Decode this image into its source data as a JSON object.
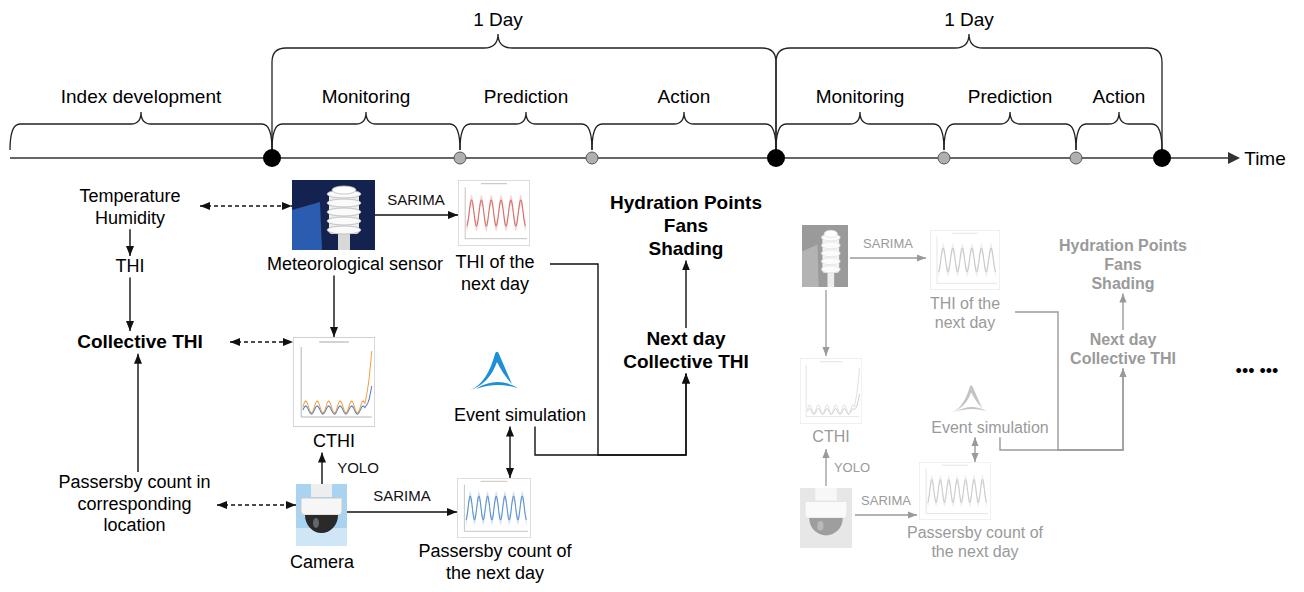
{
  "diagram": {
    "nodes": [
      {
        "text": [
          "Temperature Humidity"
        ]
      },
      {
        "text": [
          "THI"
        ]
      },
      {
        "text": [
          "Collective THI"
        ]
      },
      {
        "text": [
          "Passersby count in corresponding location"
        ]
      },
      {
        "text": [
          "Meteorological sensor"
        ]
      },
      {
        "text": [
          "THI of the next day"
        ]
      },
      {
        "text": [
          "CTHI"
        ]
      },
      {
        "text": [
          "Camera"
        ]
      },
      {
        "text": [
          "Passersby count of the next day"
        ]
      },
      {
        "text": [
          "Event simulation"
        ]
      },
      {
        "text": [
          "Next day Collective THI"
        ]
      },
      {
        "text": [
          "Hydration Points",
          "Fans",
          "Shading"
        ]
      },
      {
        "text": [
          "THI of the next day"
        ]
      },
      {
        "text": [
          "CTHI"
        ]
      },
      {
        "text": [
          "Event simulation"
        ]
      },
      {
        "text": [
          "Passersby count of the next day"
        ]
      },
      {
        "text": [
          "Next day Collective THI"
        ]
      },
      {
        "text": [
          "Hydration Points",
          "Fans",
          "Shading"
        ]
      }
    ],
    "edges": [
      {
        "from": 0,
        "to": 4,
        "arrow": "both"
      },
      {
        "from": 0,
        "to": 1,
        "arrow": "to"
      },
      {
        "from": 1,
        "to": 2,
        "arrow": "to"
      },
      {
        "from": 3,
        "to": 2,
        "arrow": "to"
      },
      {
        "from": 2,
        "to": 6,
        "arrow": "both"
      },
      {
        "from": 3,
        "to": 7,
        "arrow": "both"
      },
      {
        "from": 4,
        "to": 5,
        "arrow": "to",
        "label": "SARIMA"
      },
      {
        "from": 4,
        "to": 6,
        "arrow": "to"
      },
      {
        "from": 7,
        "to": 6,
        "arrow": "to",
        "label": "YOLO"
      },
      {
        "from": 7,
        "to": 8,
        "arrow": "to",
        "label": "SARIMA"
      },
      {
        "from": 9,
        "to": 8,
        "arrow": "both"
      },
      {
        "from": 5,
        "to": 10,
        "arrow": "to"
      },
      {
        "from": 9,
        "to": 10,
        "arrow": "to"
      },
      {
        "from": 10,
        "to": 11,
        "arrow": "to"
      },
      {
        "from": 14,
        "to": 15,
        "arrow": "both"
      },
      {
        "from": 12,
        "to": 16,
        "arrow": "to"
      },
      {
        "from": 14,
        "to": 16,
        "arrow": "to"
      },
      {
        "from": 16,
        "to": 17,
        "arrow": "to"
      }
    ],
    "labels": [
      "1 Day",
      "Index development",
      "Monitoring",
      "Prediction",
      "Action",
      "1 Day",
      "Monitoring",
      "Prediction",
      "Action",
      "Time",
      "SARIMA",
      "YOLO",
      "SARIMA",
      "••• •••"
    ]
  }
}
